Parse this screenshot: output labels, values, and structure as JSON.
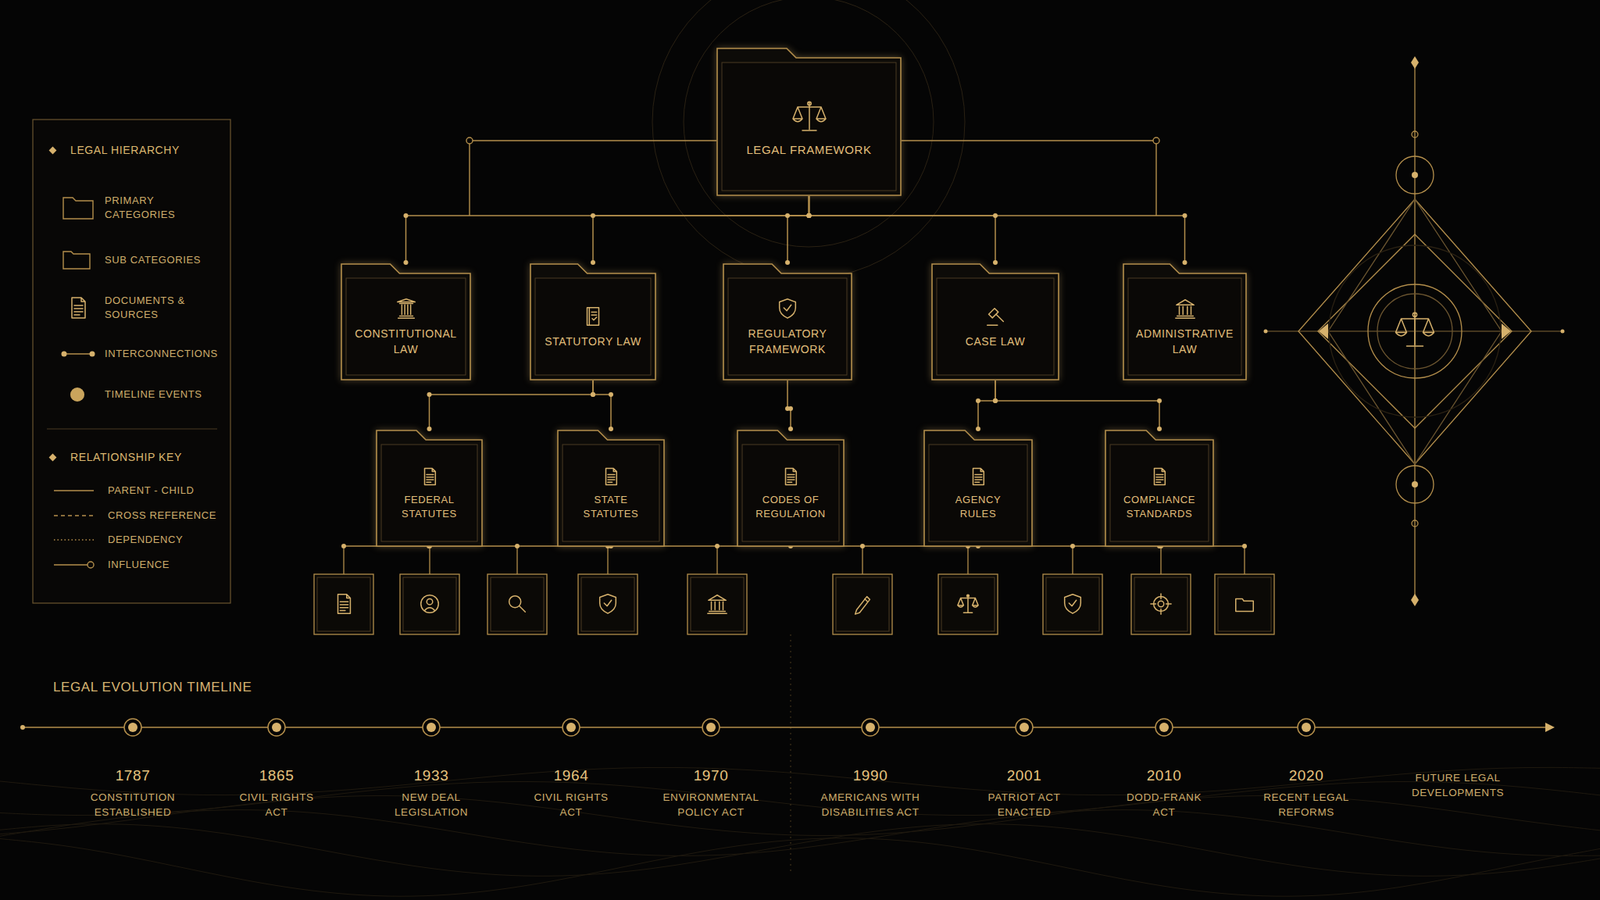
{
  "diagram": {
    "nodes": [
      {
        "text": [
          "LEGAL FRAMEWORK"
        ]
      },
      {
        "text": [
          "CONSTITUTIONAL LAW"
        ]
      },
      {
        "text": [
          "STATUTORY LAW"
        ]
      },
      {
        "text": [
          "REGULATORY FRAMEWORK"
        ]
      },
      {
        "text": [
          "CASE LAW"
        ]
      },
      {
        "text": [
          "ADMINISTRATIVE LAW"
        ]
      },
      {
        "text": [
          "FEDERAL STATUTES"
        ]
      },
      {
        "text": [
          "STATE STATUTES"
        ]
      },
      {
        "text": [
          "CODES OF REGULATION"
        ]
      },
      {
        "text": [
          "AGENCY RULES"
        ]
      },
      {
        "text": [
          "COMPLIANCE STANDARDS"
        ]
      }
    ],
    "edges": [
      {
        "from": 0,
        "to": 1,
        "arrow": "none"
      },
      {
        "from": 0,
        "to": 2,
        "arrow": "none"
      },
      {
        "from": 0,
        "to": 3,
        "arrow": "none"
      },
      {
        "from": 0,
        "to": 4,
        "arrow": "none"
      },
      {
        "from": 0,
        "to": 5,
        "arrow": "none"
      },
      {
        "from": 2,
        "to": 6,
        "arrow": "none"
      },
      {
        "from": 2,
        "to": 7,
        "arrow": "none"
      },
      {
        "from": 3,
        "to": 8,
        "arrow": "none"
      },
      {
        "from": 4,
        "to": 9,
        "arrow": "none"
      },
      {
        "from": 4,
        "to": 10,
        "arrow": "none"
      }
    ],
    "labels": [
      "LEGAL HIERARCHY",
      "RELATIONSHIP KEY",
      "LEGAL EVOLUTION TIMELINE",
      "1787",
      "CONSTITUTION ESTABLISHED",
      "1865",
      "CIVIL RIGHTS ACT",
      "1933",
      "NEW DEAL LEGISLATION",
      "1964",
      "CIVIL RIGHTS ACT",
      "1970",
      "ENVIRONMENTAL POLICY ACT",
      "1990",
      "AMERICANS WITH DISABILITIES ACT",
      "2001",
      "PATRIOT ACT ENACTED",
      "2010",
      "DODD-FRANK ACT",
      "2020",
      "RECENT LEGAL REFORMS",
      "FUTURE LEGAL DEVELOPMENTS"
    ],
    "legend": [
      {
        "text": "PRIMARY CATEGORIES"
      },
      {
        "text": "SUB CATEGORIES"
      },
      {
        "text": "DOCUMENTS & SOURCES"
      },
      {
        "text": "INTERCONNECTIONS"
      },
      {
        "text": "TIMELINE EVENTS",
        "color": "#c9a45c"
      },
      {
        "text": "PARENT - CHILD"
      },
      {
        "text": "CROSS REFERENCE"
      },
      {
        "text": "DEPENDENCY"
      },
      {
        "text": "INFLUENCE"
      }
    ]
  }
}
